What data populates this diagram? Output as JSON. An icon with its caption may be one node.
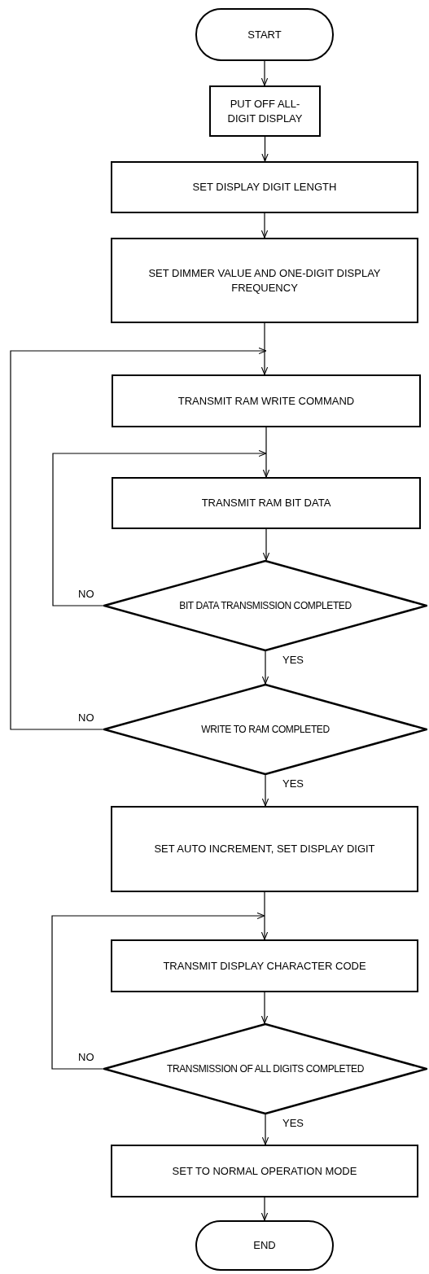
{
  "diagram": {
    "nodes": [
      {
        "text": [
          "START"
        ]
      },
      {
        "text": [
          "PUT OFF ALL- DIGIT DISPLAY"
        ]
      },
      {
        "text": [
          "SET DISPLAY DIGIT LENGTH"
        ]
      },
      {
        "text": [
          "SET DIMMER VALUE AND ONE-DIGIT DISPLAY FREQUENCY"
        ]
      },
      {
        "text": [
          "TRANSMIT RAM WRITE COMMAND"
        ]
      },
      {
        "text": [
          "TRANSMIT RAM BIT DATA"
        ]
      },
      {
        "text": [
          "BIT DATA TRANSMISSION COMPLETED"
        ]
      },
      {
        "text": [
          "WRITE TO RAM COMPLETED"
        ]
      },
      {
        "text": [
          "SET AUTO INCREMENT, SET DISPLAY DIGIT"
        ]
      },
      {
        "text": [
          "TRANSMIT DISPLAY CHARACTER CODE"
        ]
      },
      {
        "text": [
          "TRANSMISSION OF ALL DIGITS COMPLETED"
        ]
      },
      {
        "text": [
          "SET TO NORMAL OPERATION MODE"
        ]
      },
      {
        "text": [
          "END"
        ]
      }
    ],
    "edges": [
      {
        "from": 0,
        "to": 1,
        "arrow": "to"
      },
      {
        "from": 1,
        "to": 2,
        "arrow": "to"
      },
      {
        "from": 2,
        "to": 3,
        "arrow": "to"
      },
      {
        "from": 3,
        "to": 4,
        "arrow": "to"
      },
      {
        "from": 4,
        "to": 5,
        "arrow": "to"
      },
      {
        "from": 5,
        "to": 6,
        "arrow": "to"
      },
      {
        "from": 6,
        "to": 5,
        "label": "NO",
        "arrow": "to"
      },
      {
        "from": 6,
        "to": 7,
        "label": "YES",
        "arrow": "to"
      },
      {
        "from": 7,
        "to": 4,
        "label": "NO",
        "arrow": "to"
      },
      {
        "from": 7,
        "to": 8,
        "label": "YES",
        "arrow": "to"
      },
      {
        "from": 8,
        "to": 9,
        "arrow": "to"
      },
      {
        "from": 9,
        "to": 10,
        "arrow": "to"
      },
      {
        "from": 10,
        "to": 9,
        "label": "NO",
        "arrow": "to"
      },
      {
        "from": 10,
        "to": 11,
        "label": "YES",
        "arrow": "to"
      },
      {
        "from": 11,
        "to": 12,
        "arrow": "to"
      }
    ]
  }
}
